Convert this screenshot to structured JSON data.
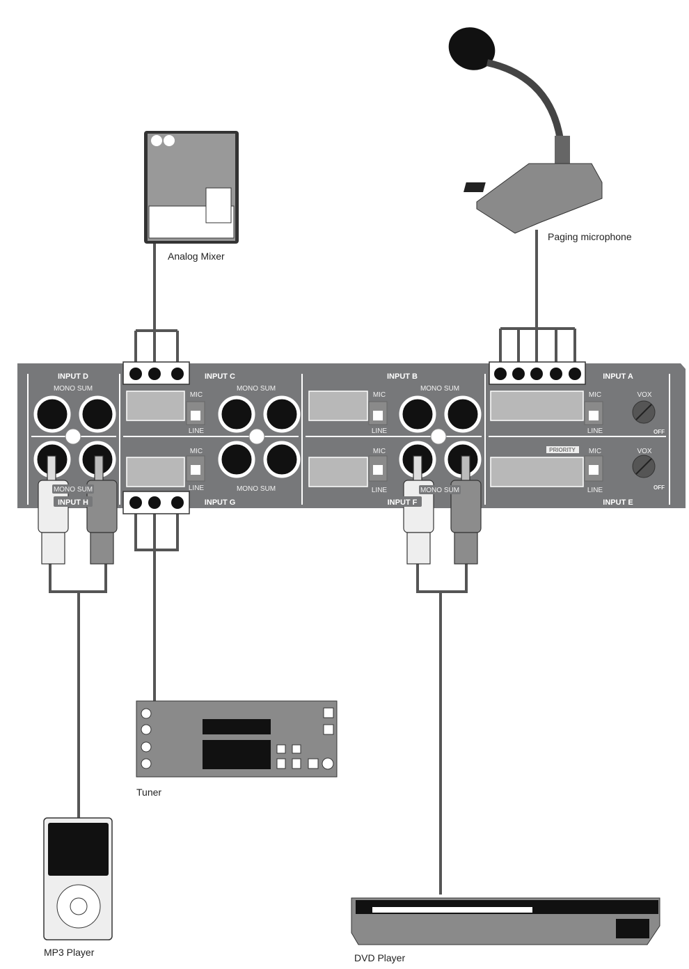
{
  "devices": {
    "mixer": "Analog Mixer",
    "microphone": "Paging microphone",
    "tuner": "Tuner",
    "mp3": "MP3 Player",
    "dvd": "DVD Player"
  },
  "panel": {
    "input_a": "INPUT A",
    "input_b": "INPUT B",
    "input_c": "INPUT C",
    "input_d": "INPUT D",
    "input_e": "INPUT E",
    "input_f": "INPUT F",
    "input_g": "INPUT G",
    "input_h": "INPUT H",
    "mono_sum": "MONO SUM",
    "mic": "MIC",
    "line": "LINE",
    "vox": "VOX",
    "off": "OFF",
    "priority": "PRIORITY"
  },
  "colors": {
    "panel": "#77787a",
    "cable": "#555555",
    "plug_white": "#e8e8e8",
    "plug_gray": "#8c8c8c"
  }
}
